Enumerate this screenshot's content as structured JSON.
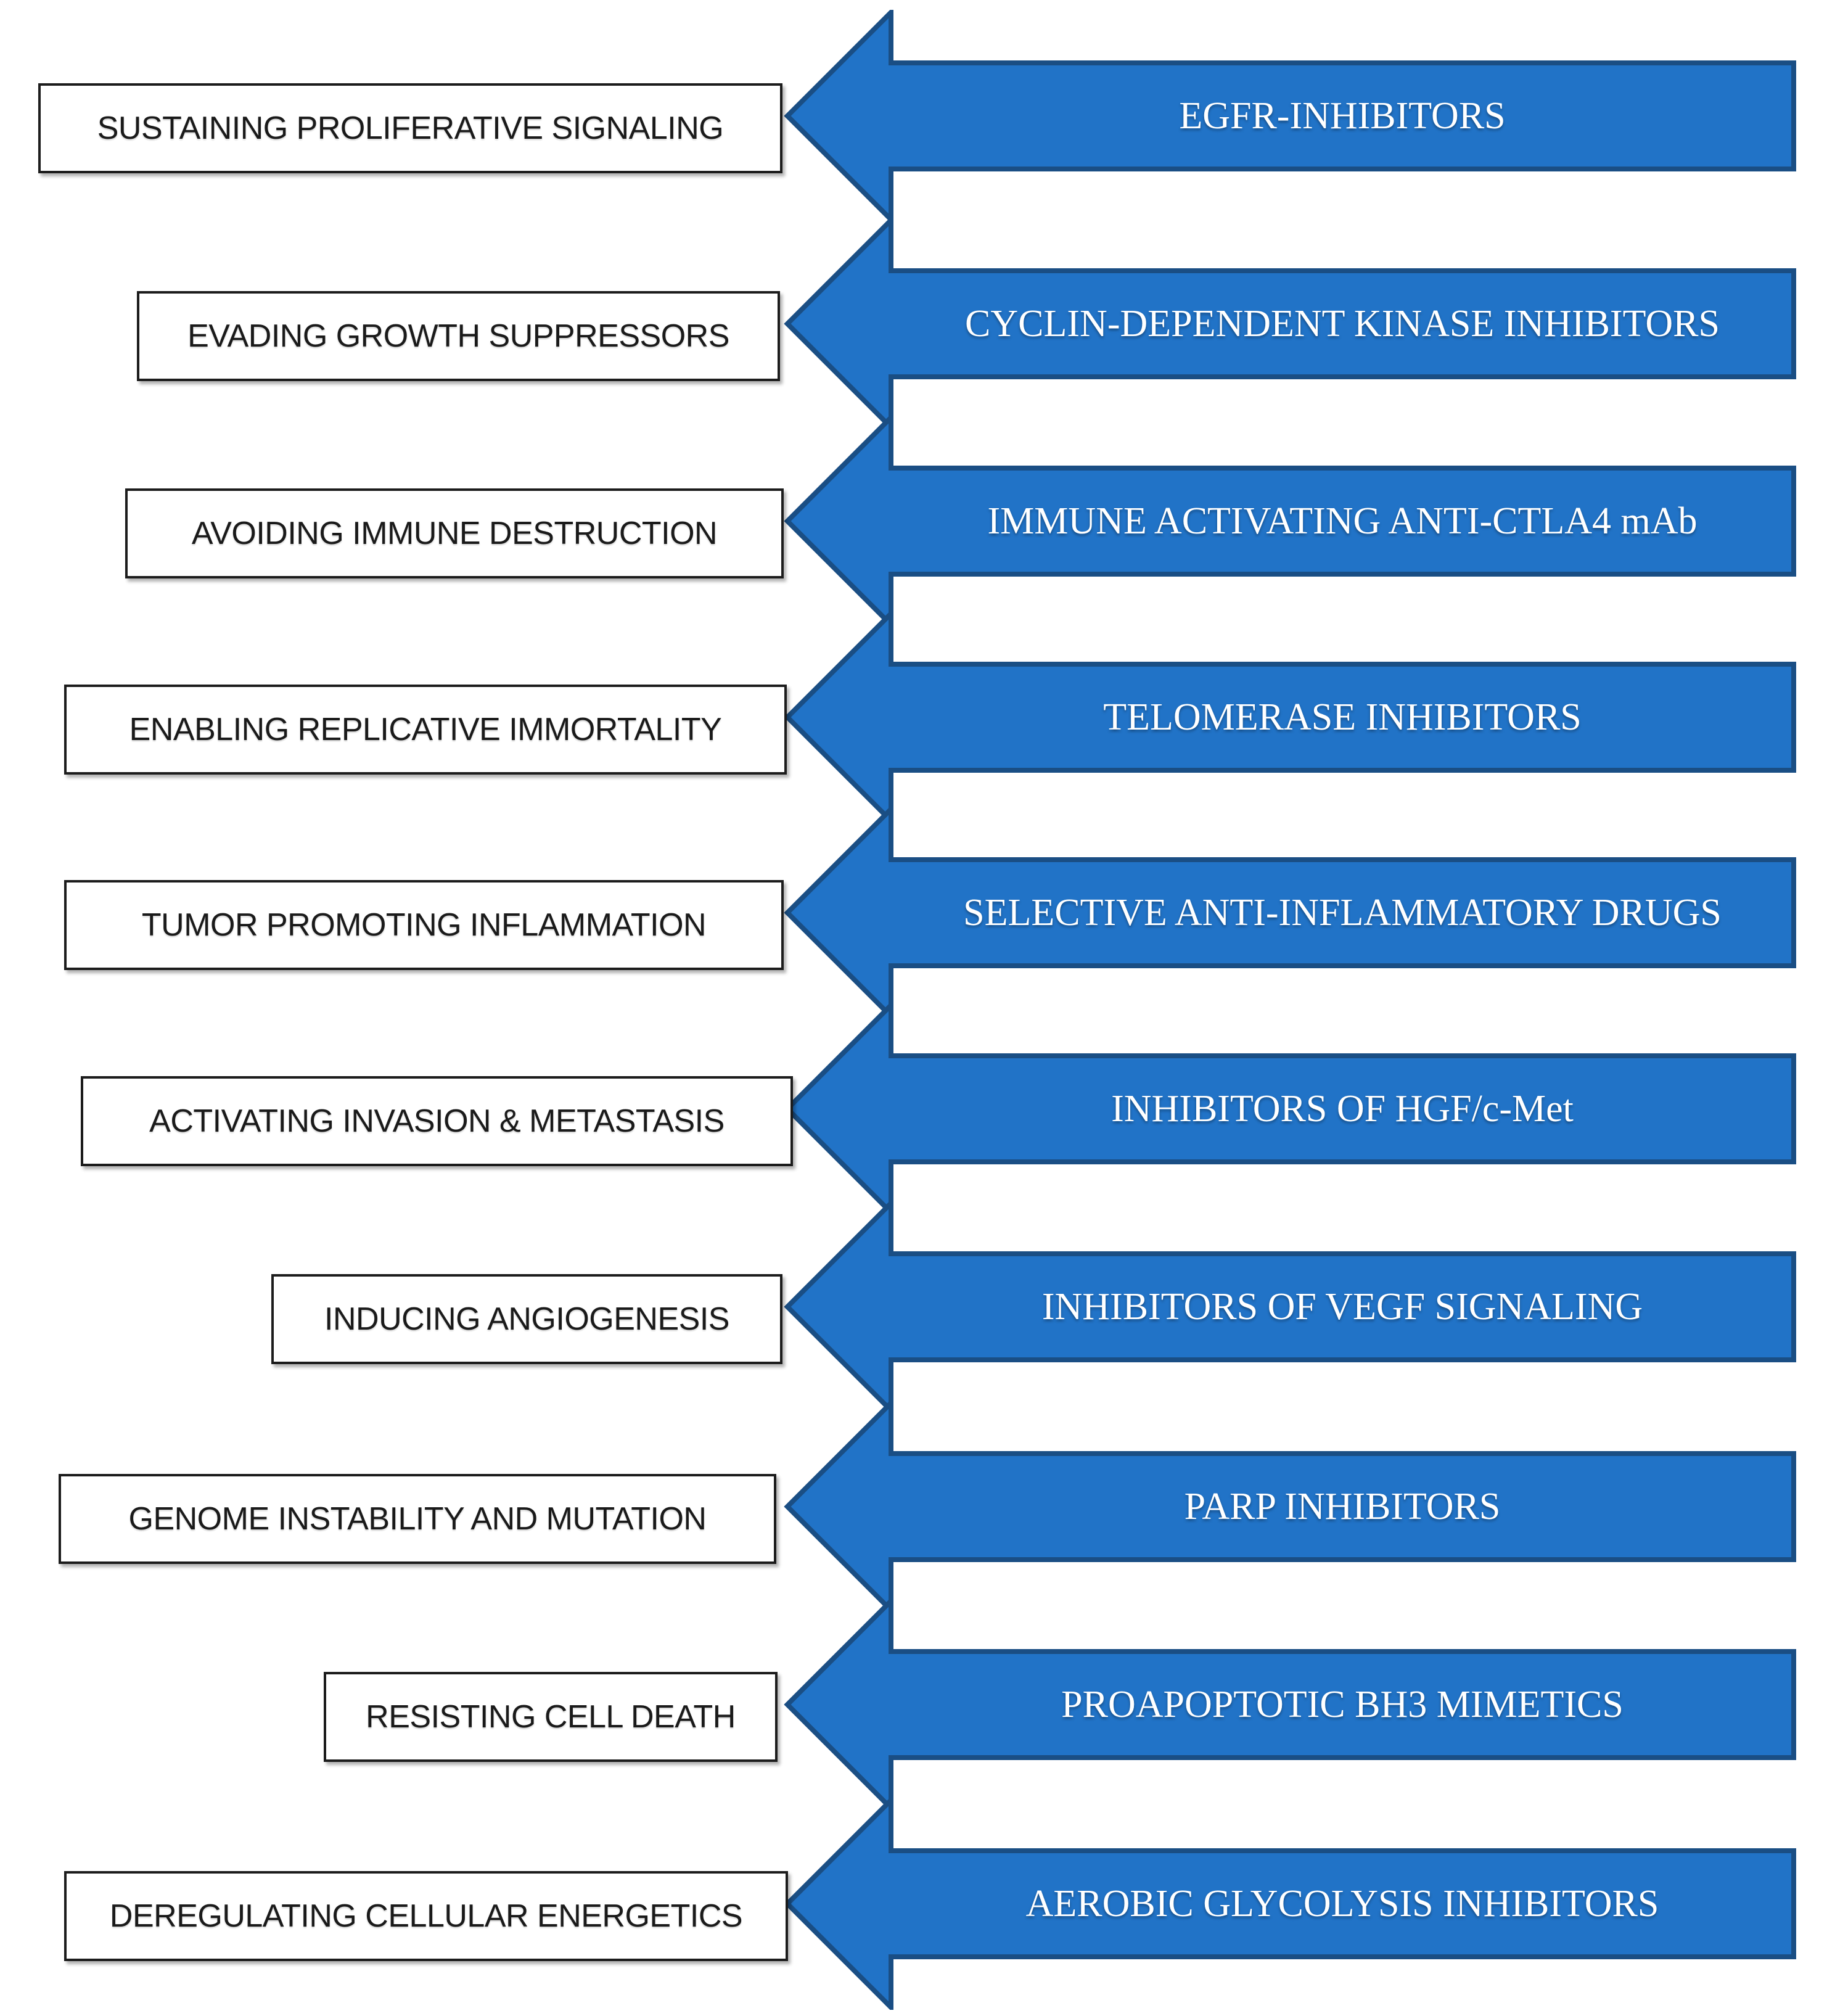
{
  "diagram": {
    "rows": [
      {
        "hallmark": "SUSTAINING PROLIFERATIVE SIGNALING",
        "therapy": "EGFR-INHIBITORS"
      },
      {
        "hallmark": "EVADING GROWTH SUPPRESSORS",
        "therapy": "CYCLIN-DEPENDENT KINASE INHIBITORS"
      },
      {
        "hallmark": "AVOIDING IMMUNE DESTRUCTION",
        "therapy": "IMMUNE ACTIVATING ANTI-CTLA4 mAb"
      },
      {
        "hallmark": "ENABLING REPLICATIVE IMMORTALITY",
        "therapy": "TELOMERASE INHIBITORS"
      },
      {
        "hallmark": "TUMOR PROMOTING INFLAMMATION",
        "therapy": "SELECTIVE ANTI-INFLAMMATORY DRUGS"
      },
      {
        "hallmark": "ACTIVATING INVASION & METASTASIS",
        "therapy": "INHIBITORS OF HGF/c-Met"
      },
      {
        "hallmark": "INDUCING ANGIOGENESIS",
        "therapy": "INHIBITORS OF VEGF SIGNALING"
      },
      {
        "hallmark": "GENOME INSTABILITY AND MUTATION",
        "therapy": "PARP INHIBITORS"
      },
      {
        "hallmark": "RESISTING CELL DEATH",
        "therapy": "PROAPOPTOTIC BH3 MIMETICS"
      },
      {
        "hallmark": "DEREGULATING CELLULAR ENERGETICS",
        "therapy": "AEROBIC GLYCOLYSIS INHIBITORS"
      }
    ],
    "colors": {
      "arrow_fill": "#2173C7",
      "arrow_border": "#1A4E84",
      "box_fill": "#FFFFFF",
      "box_border": "#1C1C1C",
      "arrow_text": "#FFFFFF",
      "box_text": "#1A1A1A"
    }
  }
}
